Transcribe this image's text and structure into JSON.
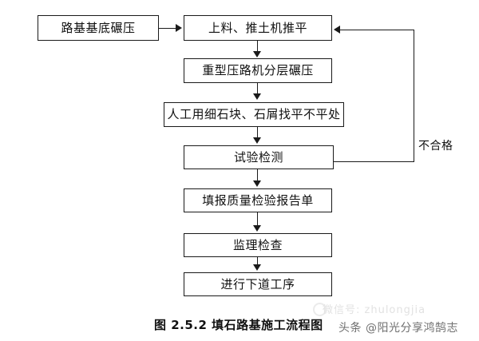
{
  "diagram": {
    "type": "flowchart",
    "orientation": "top-to-bottom",
    "caption": "图 2.5.2  填石路基施工流程图",
    "nodes": [
      {
        "id": "n1",
        "label": "路基基底碾压"
      },
      {
        "id": "n2",
        "label": "上料、推土机推平"
      },
      {
        "id": "n3",
        "label": "重型压路机分层碾压"
      },
      {
        "id": "n4",
        "label": "人工用细石块、石屑找平不平处"
      },
      {
        "id": "n5",
        "label": "试验检测"
      },
      {
        "id": "n6",
        "label": "填报质量检验报告单"
      },
      {
        "id": "n7",
        "label": "监理检查"
      },
      {
        "id": "n8",
        "label": "进行下道工序"
      }
    ],
    "edges": [
      {
        "from": "n1",
        "to": "n2",
        "label": ""
      },
      {
        "from": "n2",
        "to": "n3",
        "label": ""
      },
      {
        "from": "n3",
        "to": "n4",
        "label": ""
      },
      {
        "from": "n4",
        "to": "n5",
        "label": ""
      },
      {
        "from": "n5",
        "to": "n6",
        "label": ""
      },
      {
        "from": "n6",
        "to": "n7",
        "label": ""
      },
      {
        "from": "n7",
        "to": "n8",
        "label": ""
      },
      {
        "from": "n5",
        "to": "n2",
        "label": "不合格"
      }
    ],
    "loop_label": "不合格",
    "colors": {
      "stroke": "#1a1a1a",
      "fill": "#ffffff",
      "text": "#111111",
      "background": "#ffffff"
    }
  },
  "watermark": {
    "wechat": "微信号: zhulongjia",
    "toutiao": "头条 @阳光分享鸿鹄志"
  }
}
